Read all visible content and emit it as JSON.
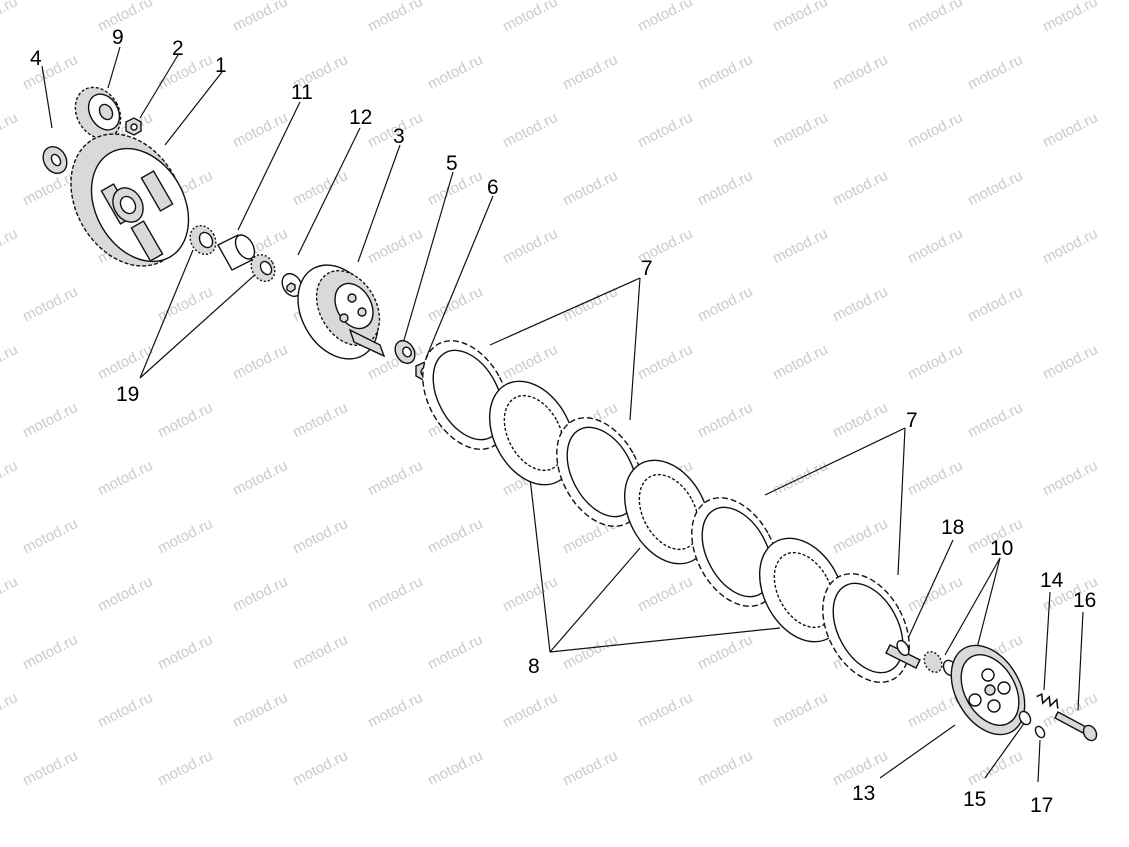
{
  "watermark": {
    "text": "motod.ru",
    "color": "#b9b9b9"
  },
  "labels": [
    {
      "id": "4",
      "text": "4"
    },
    {
      "id": "9",
      "text": "9"
    },
    {
      "id": "2",
      "text": "2"
    },
    {
      "id": "1",
      "text": "1"
    },
    {
      "id": "11",
      "text": "11"
    },
    {
      "id": "12",
      "text": "12"
    },
    {
      "id": "3",
      "text": "3"
    },
    {
      "id": "5",
      "text": "5"
    },
    {
      "id": "6",
      "text": "6"
    },
    {
      "id": "7a",
      "text": "7"
    },
    {
      "id": "19",
      "text": "19"
    },
    {
      "id": "7b",
      "text": "7"
    },
    {
      "id": "18",
      "text": "18"
    },
    {
      "id": "10",
      "text": "10"
    },
    {
      "id": "14",
      "text": "14"
    },
    {
      "id": "16",
      "text": "16"
    },
    {
      "id": "8",
      "text": "8"
    },
    {
      "id": "13",
      "text": "13"
    },
    {
      "id": "15",
      "text": "15"
    },
    {
      "id": "17",
      "text": "17"
    }
  ],
  "parts": {
    "washer_4": "washer",
    "gear_9": "small-gear",
    "nut_2": "nut",
    "basket_1": "clutch-basket",
    "bearing_11": "needle-bearing",
    "sleeve_12": "sleeve",
    "hub_3": "clutch-hub",
    "washer_5": "thrust-washer",
    "nut_6": "hub-nut",
    "friction_plates_7": "friction-plate",
    "steel_plates_8": "steel-plate",
    "rod_18": "push-rod",
    "bearing_10": "release-bearing",
    "pressure_plate_13": "pressure-plate",
    "spring_14": "clutch-spring",
    "bolt_16": "spring-bolt",
    "washer_15": "washer",
    "washer_17": "washer"
  }
}
